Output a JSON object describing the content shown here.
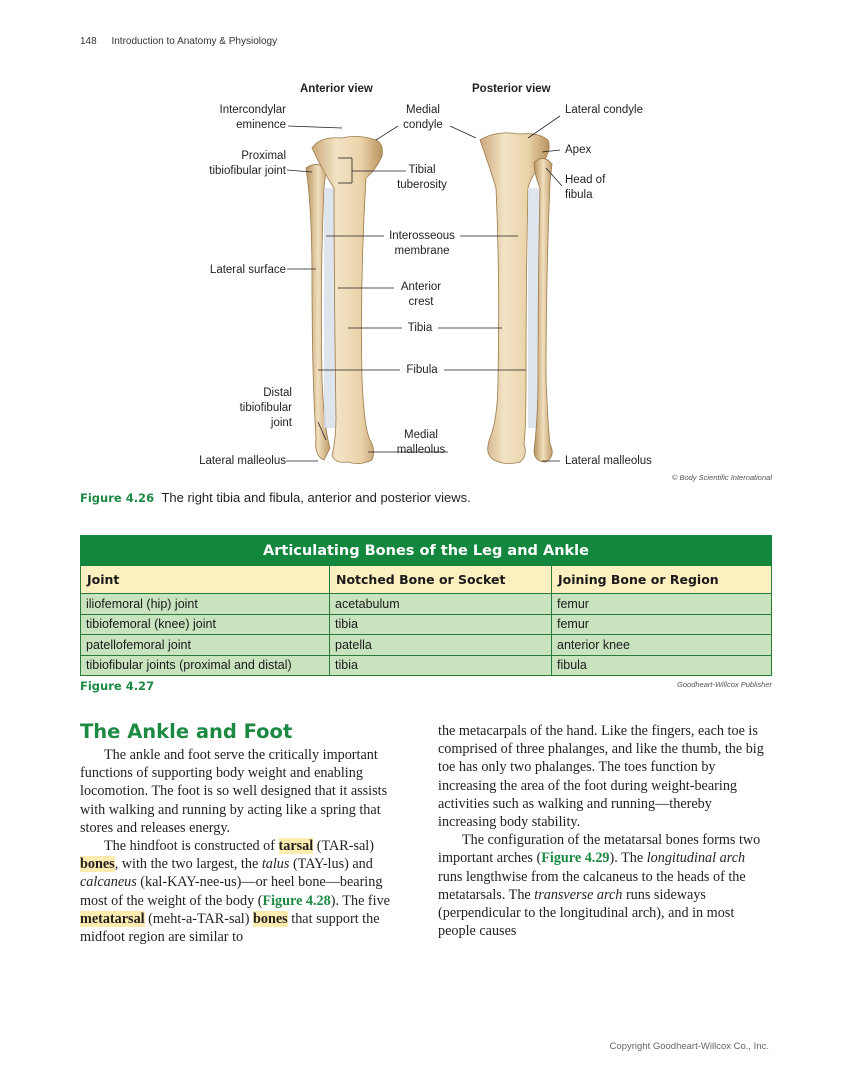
{
  "running_head": {
    "page_number": "148",
    "book_title": "Introduction to Anatomy & Physiology"
  },
  "figure_426": {
    "view_left": "Anterior view",
    "view_right": "Posterior view",
    "labels": {
      "intercondylar_eminence": "Intercondylar\neminence",
      "medial_condyle": "Medial\ncondyle",
      "lateral_condyle": "Lateral condyle",
      "apex": "Apex",
      "proximal_joint": "Proximal\ntibiofibular joint",
      "tibial_tuberosity": "Tibial\ntuberosity",
      "head_of_fibula": "Head of\nfibula",
      "interosseous_membrane": "Interosseous\nmembrane",
      "lateral_surface": "Lateral surface",
      "anterior_crest": "Anterior\ncrest",
      "tibia": "Tibia",
      "fibula": "Fibula",
      "distal_joint": "Distal\ntibiofibular\njoint",
      "medial_malleolus": "Medial\nmalleolus",
      "lateral_malleolus_left": "Lateral malleolus",
      "lateral_malleolus_right": "Lateral malleolus"
    },
    "credit": "© Body Scientific International",
    "caption_number": "Figure 4.26",
    "caption_text": "The right tibia and fibula, anterior and posterior views."
  },
  "table_427": {
    "title": "Articulating Bones of the Leg and Ankle",
    "headers": [
      "Joint",
      "Notched Bone or Socket",
      "Joining Bone or Region"
    ],
    "rows": [
      [
        "iliofemoral (hip) joint",
        "acetabulum",
        "femur"
      ],
      [
        "tibiofemoral (knee) joint",
        "tibia",
        "femur"
      ],
      [
        "patellofemoral joint",
        "patella",
        "anterior knee"
      ],
      [
        "tibiofibular joints (proximal and distal)",
        "tibia",
        "fibula"
      ]
    ],
    "figure_number": "Figure 4.27",
    "publisher": "Goodheart-Willcox Publisher"
  },
  "section": {
    "heading": "The Ankle and Foot",
    "p1": "The ankle and foot serve the critically important functions of supporting body weight and enabling locomotion. The foot is so well designed that it assists with walking and running by acting like a spring that stores and releases energy.",
    "p2_a": "The hindfoot is constructed of ",
    "p2_term1a": "tarsal",
    "p2_b": " (TAR-sal) ",
    "p2_term1b": "bones",
    "p2_c": ", with the two largest, the ",
    "p2_talus": "talus",
    "p2_d": " (TAY-lus) and ",
    "p2_calc": "calcaneus",
    "p2_e": " (kal-KAY-nee-us)—or heel bone—bearing most of the weight of the body (",
    "p2_ref": "Figure 4.28",
    "p2_f": "). The five ",
    "p2_term2a": "metatarsal",
    "p2_g": " (meht-a-TAR-sal) ",
    "p2_term2b": "bones",
    "p2_h": " that support the midfoot region are similar to",
    "p3": "the metacarpals of the hand. Like the fingers, each toe is comprised of three phalanges, and like the thumb, the big toe has only two phalanges. The toes function by increasing the area of the foot during weight-bearing activities such as walking and running—thereby increasing body stability.",
    "p4_a": "The configuration of the metatarsal bones forms two important arches (",
    "p4_ref": "Figure 4.29",
    "p4_b": "). The ",
    "p4_long": "longitudinal arch",
    "p4_c": " runs lengthwise from the calcaneus to the heads of the metatarsals. The ",
    "p4_trans": "transverse arch",
    "p4_d": " runs sideways (perpendicular to the longitudinal arch), and in most people causes"
  },
  "copyright": "Copyright Goodheart-Willcox Co., Inc."
}
